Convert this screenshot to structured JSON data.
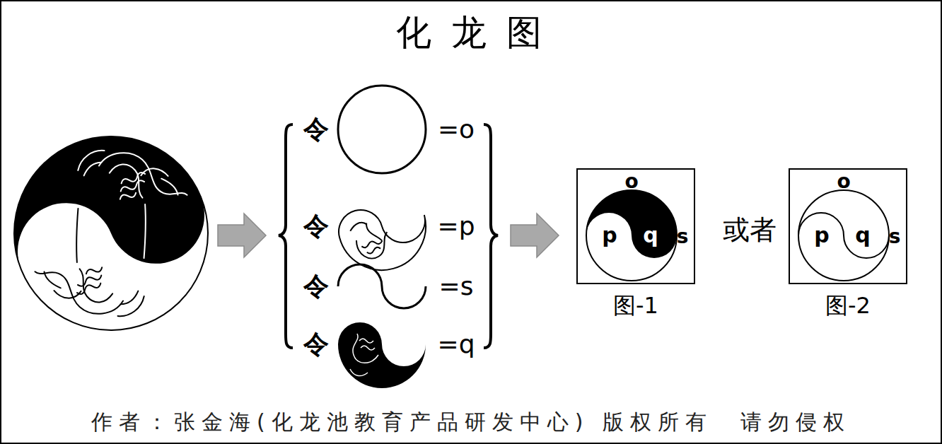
{
  "diagram": {
    "title": "化 龙 图",
    "nodes": [
      {
        "text": [
          "o",
          "p",
          "q",
          "s",
          "图-1"
        ]
      },
      {
        "text": [
          "o",
          "p",
          "q",
          "s",
          "图-2"
        ]
      }
    ],
    "labels": [
      "令",
      "=o",
      "令",
      "=p",
      "令",
      "=s",
      "令",
      "=q",
      "或者",
      "作者：张金海(化龙池教育产品研发中心) 版权所有　请勿侵权"
    ]
  }
}
